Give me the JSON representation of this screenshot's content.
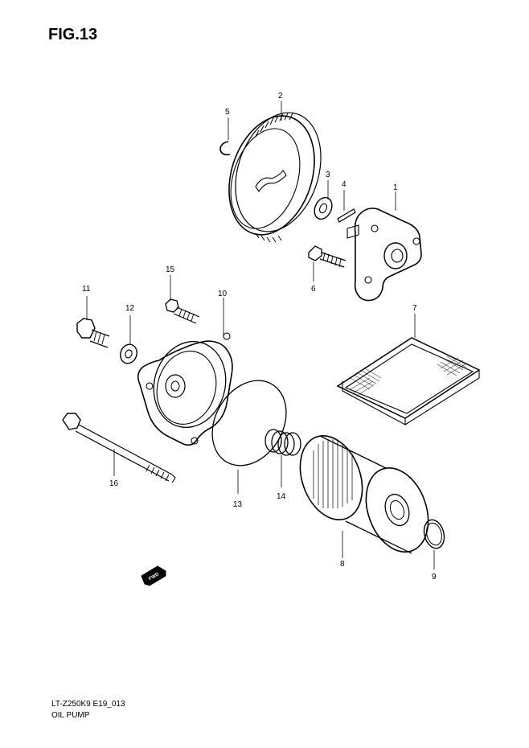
{
  "figure": {
    "title": "FIG.13"
  },
  "callouts": [
    {
      "id": "1",
      "text": "1"
    },
    {
      "id": "2",
      "text": "2"
    },
    {
      "id": "3",
      "text": "3"
    },
    {
      "id": "4",
      "text": "4"
    },
    {
      "id": "5",
      "text": "5"
    },
    {
      "id": "6",
      "text": "6"
    },
    {
      "id": "7",
      "text": "7"
    },
    {
      "id": "8",
      "text": "8"
    },
    {
      "id": "9",
      "text": "9"
    },
    {
      "id": "10",
      "text": "10"
    },
    {
      "id": "11",
      "text": "11"
    },
    {
      "id": "12",
      "text": "12"
    },
    {
      "id": "13",
      "text": "13"
    },
    {
      "id": "14",
      "text": "14"
    },
    {
      "id": "15",
      "text": "15"
    },
    {
      "id": "16",
      "text": "16"
    }
  ],
  "fwd_marker": {
    "text": "FWD"
  },
  "footer": {
    "model_code": "LT-Z250K9 E19_013",
    "section_name": "OIL PUMP"
  }
}
